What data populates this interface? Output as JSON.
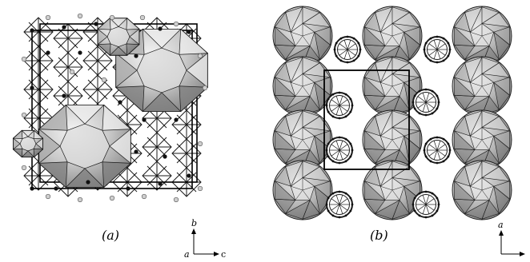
{
  "figure": {
    "panels": [
      {
        "label": "(a)",
        "axes": {
          "up": "b",
          "origin": "a",
          "right": "c"
        }
      },
      {
        "label": "(b)",
        "axes": {
          "up": "a"
        }
      }
    ],
    "colors": {
      "sphere_light": "#d8d8d8",
      "sphere_mid": "#a9a9a9",
      "sphere_dark": "#7c7c7c",
      "edge": "#1a1a1a",
      "atom_dark": "#111111",
      "atom_light": "#cfcfcf"
    }
  }
}
